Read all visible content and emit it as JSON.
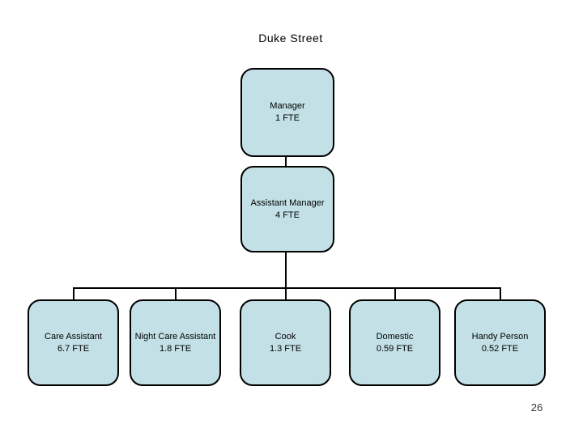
{
  "slide": {
    "title": "Duke Street",
    "page_number": "26"
  },
  "org_chart": {
    "type": "org-hierarchy",
    "root": {
      "title": "Manager",
      "fte": "1 FTE"
    },
    "middle": {
      "title": "Assistant Manager",
      "fte": "4 FTE"
    },
    "leaves": [
      {
        "title": "Care Assistant",
        "fte": "6.7 FTE"
      },
      {
        "title": "Night Care Assistant",
        "fte": "1.8 FTE"
      },
      {
        "title": "Cook",
        "fte": "1.3 FTE"
      },
      {
        "title": "Domestic",
        "fte": "0.59 FTE"
      },
      {
        "title": "Handy Person",
        "fte": "0.52 FTE"
      }
    ],
    "edges": [
      [
        "Manager",
        "Assistant Manager"
      ],
      [
        "Assistant Manager",
        "Care Assistant"
      ],
      [
        "Assistant Manager",
        "Night Care Assistant"
      ],
      [
        "Assistant Manager",
        "Cook"
      ],
      [
        "Assistant Manager",
        "Domestic"
      ],
      [
        "Assistant Manager",
        "Handy Person"
      ]
    ]
  },
  "colors": {
    "background": "#ffffff",
    "node_fill": "#c2e0e5",
    "node_border": "#000000",
    "text": "#000000",
    "page_number_text": "#383838"
  }
}
